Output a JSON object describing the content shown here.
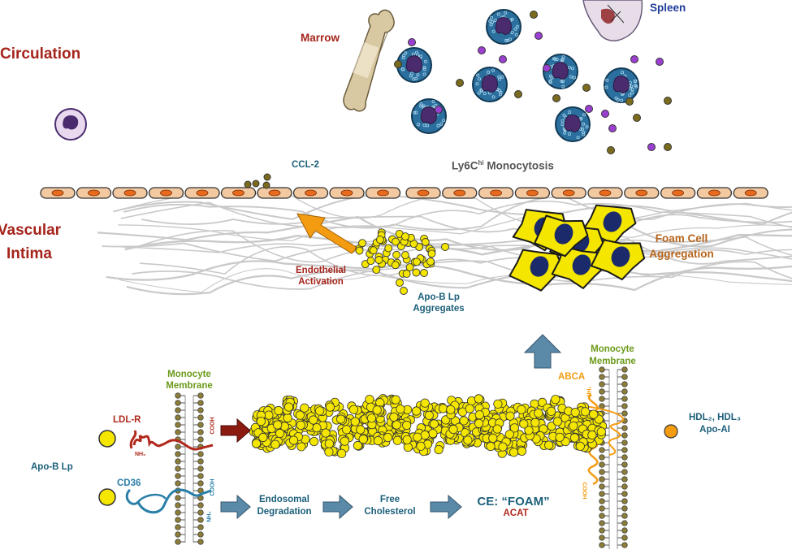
{
  "labels": {
    "circulation": "Circulation",
    "vascular": "Vascular",
    "intima": "Intima",
    "marrow": "Marrow",
    "spleen": "Spleen",
    "ccl2": "CCL-2",
    "monocytosis_pre": "Ly6C",
    "monocytosis_sup": "hi",
    "monocytosis_post": " Monocytosis",
    "endothelial_1": "Endothelial",
    "endothelial_2": "Activation",
    "apob_agg_1": "Apo-B Lp",
    "apob_agg_2": "Aggregates",
    "foam_agg_1": "Foam Cell",
    "foam_agg_2": "Aggregation",
    "monocyte_membrane_left_1": "Monocyte",
    "monocyte_membrane_left_2": "Membrane",
    "monocyte_membrane_right_1": "Monocyte",
    "monocyte_membrane_right_2": "Membrane",
    "abca": "ABCA",
    "ldlr": "LDL-R",
    "cd36": "CD36",
    "apob_lp": "Apo-B Lp",
    "nh2": "NH₂",
    "cooh": "COOH",
    "hdl": "HDL₂, HDL₃",
    "apoai": "Apo-AI",
    "endosomal_1": "Endosomal",
    "endosomal_2": "Degradation",
    "free_chol_1": "Free",
    "free_chol_2": "Cholesterol",
    "ce_foam": "CE: “FOAM”",
    "acat": "ACAT"
  },
  "colors": {
    "lipoprotein": "#f5e600",
    "monocyte_body": "#2a6f9e",
    "nucleus": "#4a2c6e",
    "foam_cell": "#f5e600",
    "foam_nucleus": "#1a2a6b",
    "endothelial_nucleus": "#e86a1c",
    "endothelial_cell": "#f2c9a1",
    "arrow_gray_blue": "#5a8aa8",
    "arrow_dark_red": "#8b1a10",
    "arrow_orange": "#f39c12",
    "hdl_dot": "#f39c12",
    "purple_dot": "#9b3fd1",
    "olive_dot": "#7a6b1e"
  }
}
